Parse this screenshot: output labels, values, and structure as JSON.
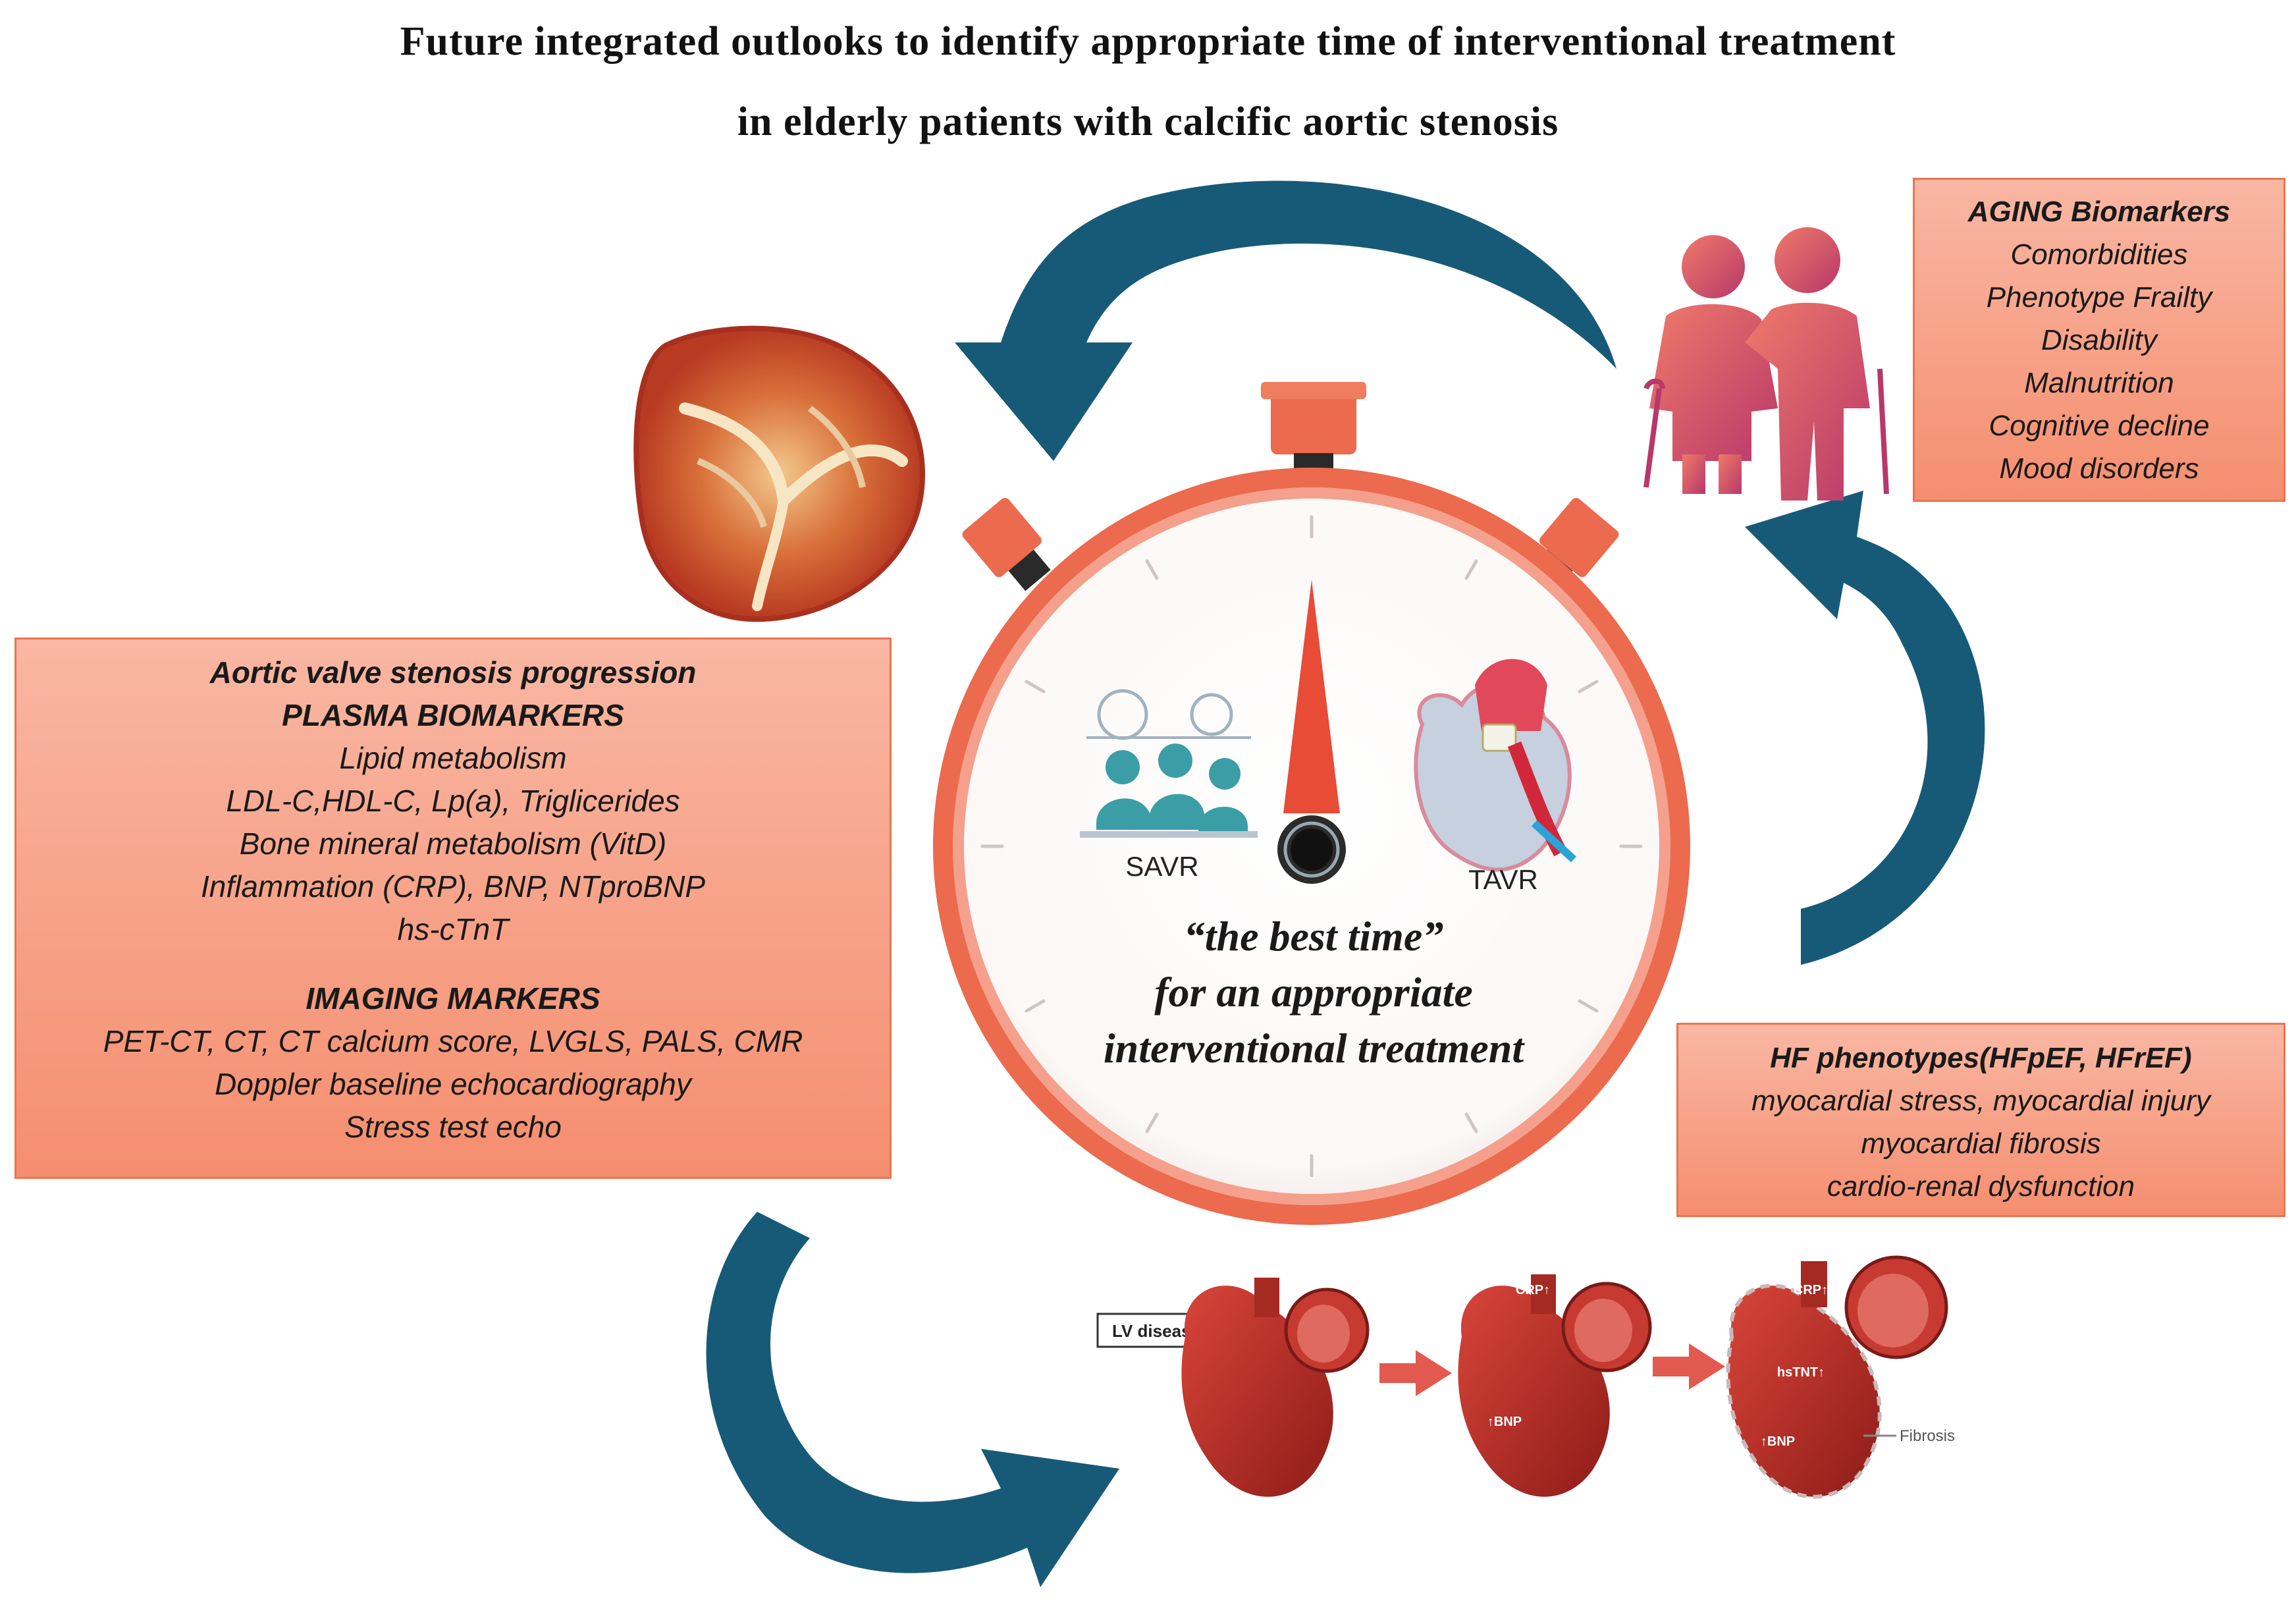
{
  "title": {
    "line1": "Future integrated outlooks to identify appropriate time of interventional treatment",
    "line2": "in elderly patients with  calcific aortic stenosis"
  },
  "left_box": {
    "heading": "Aortic valve stenosis progression",
    "plasma_heading": "PLASMA BIOMARKERS",
    "plasma_items": [
      "Lipid metabolism",
      "LDL-C,HDL-C, Lp(a), Triglicerides",
      "Bone mineral metabolism (VitD)",
      "Inflammation (CRP), BNP, NTproBNP",
      "hs-cTnT"
    ],
    "imaging_heading": "IMAGING MARKERS",
    "imaging_items": [
      "PET-CT, CT, CT calcium score, LVGLS, PALS, CMR",
      "Doppler  baseline echocardiography",
      "Stress test echo"
    ]
  },
  "aging_box": {
    "heading": "AGING Biomarkers",
    "items": [
      "Comorbidities",
      "Phenotype Frailty",
      "Disability",
      "Malnutrition",
      "Cognitive decline",
      "Mood disorders"
    ]
  },
  "hf_box": {
    "heading": "HF phenotypes(HFpEF, HFrEF)",
    "items": [
      "myocardial stress, myocardial injury",
      "myocardial fibrosis",
      "cardio-renal dysfunction"
    ]
  },
  "stopwatch": {
    "savr_label": "SAVR",
    "tavr_label": "TAVR",
    "center_text": [
      "“the best time”",
      "for an appropriate",
      "interventional treatment"
    ]
  },
  "heart_strip": {
    "lv_label": "LV disease",
    "crp_label": "CRP↑",
    "bnp_label": "↑BNP",
    "hstnt_label": "hsTNT↑",
    "fibrosis_label": "Fibrosis"
  },
  "colors": {
    "arrow": "#175a78",
    "box_fill": "#f7a48a",
    "box_border": "#e9764f",
    "watch_ring": "#ec6a4d",
    "aging_icon": "#d9626a"
  }
}
